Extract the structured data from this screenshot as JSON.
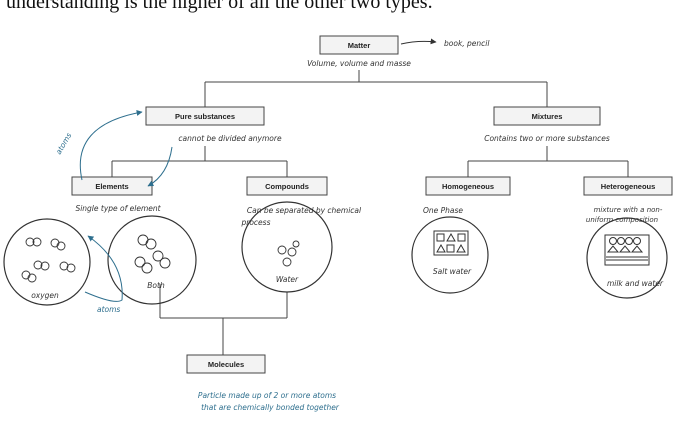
{
  "intro": {
    "text": "understanding is the higher of all the other two types."
  },
  "matter": {
    "label": "Matter",
    "note": "Volume, volume and masse",
    "side_note": "book, pencil"
  },
  "pure": {
    "label": "Pure substances",
    "note": "cannot be divided anymore",
    "arrow_label": "atoms"
  },
  "mixtures": {
    "label": "Mixtures",
    "note": "Contains two or more substances"
  },
  "elements": {
    "label": "Elements",
    "note": "Single type of element",
    "example1": "oxygen",
    "example2": "Both",
    "arrow_label": "atoms"
  },
  "compounds": {
    "label": "Compounds",
    "note_line1": "Can be separated by chemical",
    "note_line2": "process",
    "example": "Water"
  },
  "homogeneous": {
    "label": "Homogeneous",
    "note": "One Phase",
    "example": "Salt water"
  },
  "heterogeneous": {
    "label": "Heterogeneous",
    "note_line1": "mixture with a non-",
    "note_line2": "uniform composition",
    "example": "milk and water"
  },
  "molecules": {
    "label": "Molecules",
    "note_line1": "Particle made up of 2 or more atoms",
    "note_line2": "that are chemically bonded together"
  },
  "colors": {
    "ink": "#333333",
    "blue_ink": "#2e6f8e",
    "box_fill": "#f3f3f3"
  }
}
